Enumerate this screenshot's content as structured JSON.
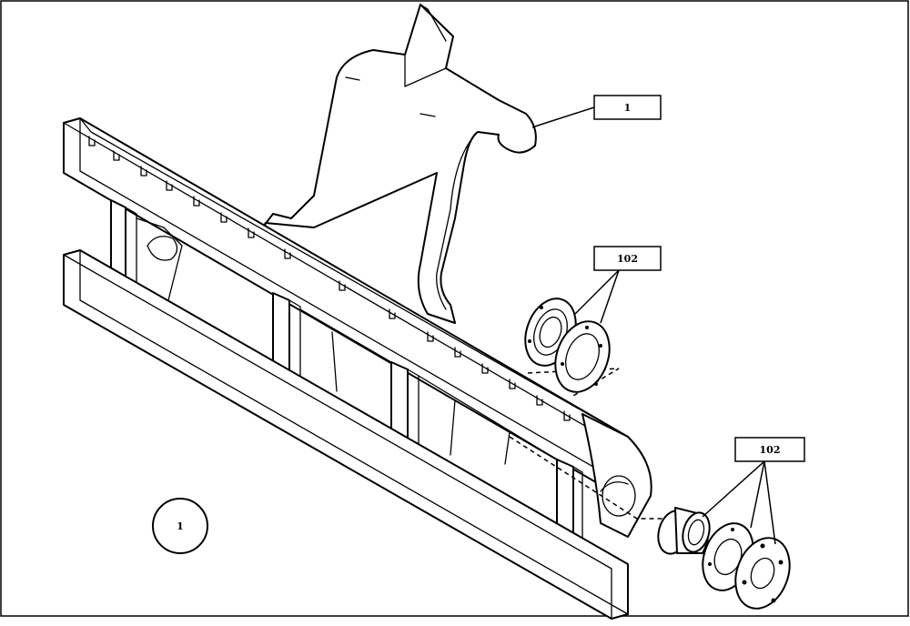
{
  "callouts": {
    "main_part": {
      "label": "1"
    },
    "upper_bearing_set": {
      "label": "102"
    },
    "lower_bearing_set": {
      "label": "102"
    },
    "assembly_circle": {
      "label": "1"
    }
  },
  "colors": {
    "line": "#000000",
    "background": "#ffffff"
  }
}
